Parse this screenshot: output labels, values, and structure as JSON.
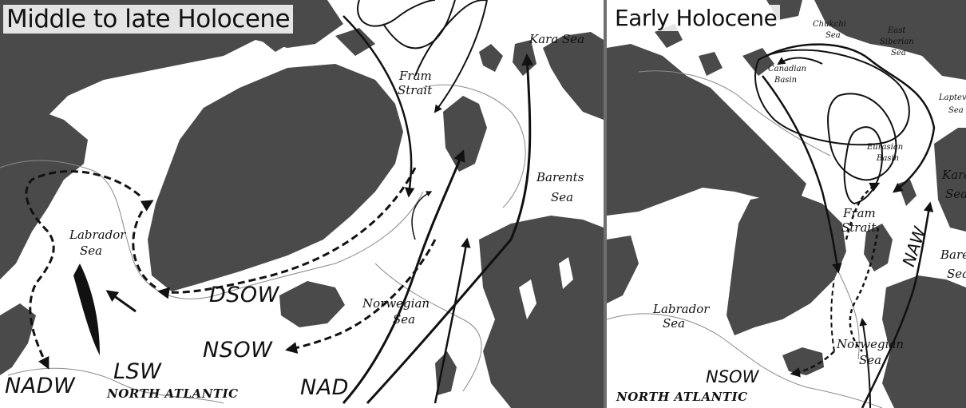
{
  "left_panel": {
    "title": "Middle to late Holocene",
    "labels": {
      "kara_sea": "Kara Sea",
      "fram": "Fram",
      "strait": "Strait",
      "barents": "Barents",
      "barents_sea": "Sea",
      "labrador": "Labrador",
      "labrador_sea": "Sea",
      "dsow": "DSOW",
      "lsw": "LSW",
      "nsow": "NSOW",
      "norwegian": "Norwegian",
      "norwegian_sea": "Sea",
      "nadw": "NADW",
      "north_atlantic": "NORTH ATLANTIC",
      "nad": "NAD"
    }
  },
  "right_panel": {
    "title": "Early Holocene",
    "labels": {
      "chukchi": "Chukchi",
      "chukchi_sea": "Sea",
      "east": "East",
      "siberian": "Siberian",
      "siberian_sea": "Sea",
      "canadian": "Canadian",
      "canadian_basin": "Basin",
      "laptev": "Laptev",
      "laptev_sea": "Sea",
      "eurasian": "Eurasian",
      "eurasian_basin": "Basin",
      "kara": "Kara",
      "kara_sea": "Sea",
      "fram": "Fram",
      "strait": "Strait",
      "naw": "NAW",
      "barents": "Barents",
      "barents_sea": "Sea",
      "labrador": "Labrador",
      "labrador_sea": "Sea",
      "norwegian": "Norwegian",
      "norwegian_sea": "Sea",
      "nsow": "NSOW",
      "north_atlantic": "NORTH ATLANTIC"
    }
  },
  "colors": {
    "land": "#4a4a4a",
    "ocean": "#ffffff",
    "shelf_contour": "#8a8a8a",
    "current": "#111111",
    "divider": "#6f6f6f"
  },
  "icons": [
    "current-arrow",
    "dashed-current-arrow"
  ]
}
